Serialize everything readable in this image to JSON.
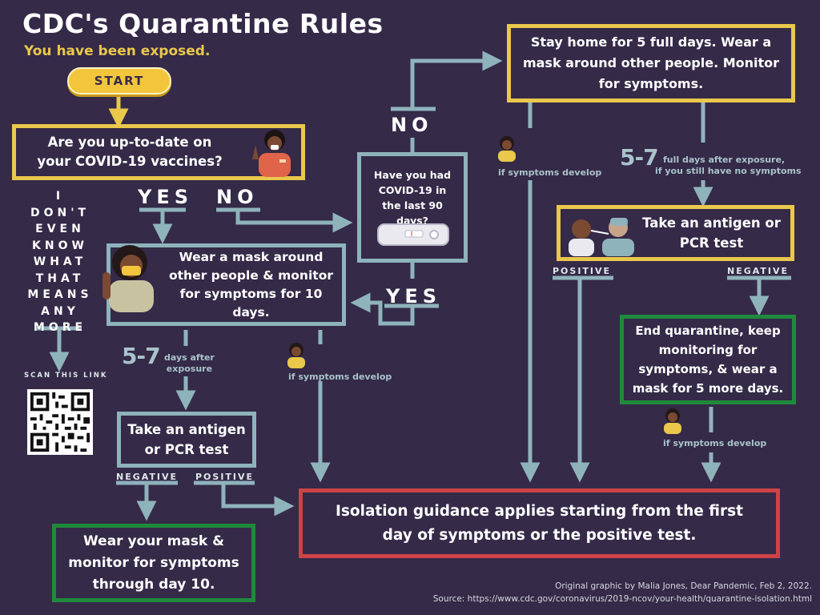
{
  "header": {
    "title": "CDC's Quarantine Rules",
    "subtitle": "You have been exposed."
  },
  "start_label": "START",
  "q_vaccine": "Are you up-to-date on your COVID-19 vaccines?",
  "q_covid90": "Have you had COVID-19 in the last 90 days?",
  "answers": {
    "yes": "YES",
    "no": "NO"
  },
  "side_lines": [
    "I DON'T",
    "EVEN",
    "KNOW",
    "WHAT",
    "THAT",
    "MEANS",
    "ANY",
    "MORE"
  ],
  "scan_label": "SCAN THIS LINK",
  "box_mask10": "Wear a mask around other people & monitor for symptoms for 10 days.",
  "box_stayhome": "Stay home for 5 full days. Wear a mask around other people. Monitor for symptoms.",
  "box_test": "Take an antigen or PCR test",
  "box_endq": "End quarantine, keep monitoring for symptoms, & wear a mask for 5 more days.",
  "box_wearmask": "Wear your mask & monitor for symptoms through day 10.",
  "box_isolation": "Isolation guidance applies starting from the first day of symptoms or the positive test.",
  "labels": {
    "negative": "NEGATIVE",
    "positive": "POSITIVE",
    "if_symptoms": "if symptoms develop",
    "five_seven": "5-7",
    "days_after_1": "days after",
    "days_after_2": "exposure",
    "full_days_1": "full days after exposure,",
    "full_days_2": "if you still have no symptoms"
  },
  "credit": {
    "line1": "Original graphic by Malia Jones, Dear Pandemic, Feb 2, 2022.",
    "line2": "Source: https://www.cdc.gov/coronavirus/2019-ncov/your-health/quarantine-isolation.html"
  },
  "colors": {
    "background": "#352a48",
    "yellow": "#e9c84c",
    "teal": "#8fb3bb",
    "green": "#1f8a3c",
    "red": "#cf4247"
  }
}
